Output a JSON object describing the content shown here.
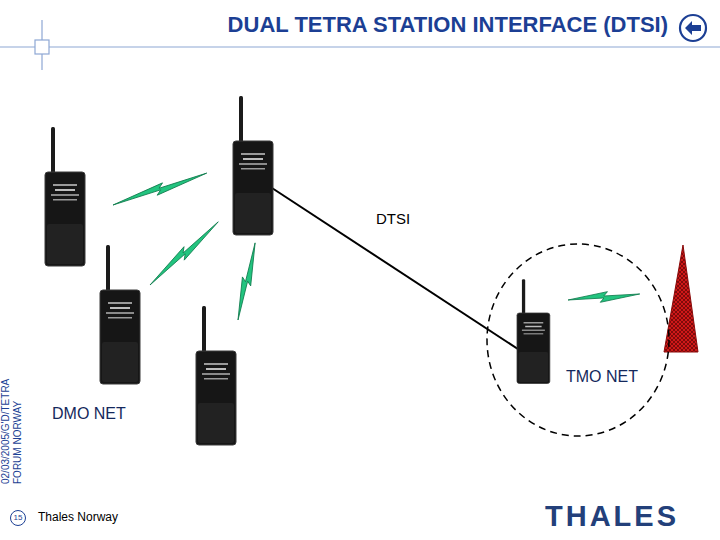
{
  "diagram": {
    "title": "DUAL TETRA STATION INTERFACE (DTSI)",
    "nodes": [
      {
        "text": [
          "TMO NET"
        ]
      }
    ],
    "labels": [
      "DTSI",
      "DMO NET",
      "02/03/2005/G'D/TETRA FORUM NORWAY",
      "15",
      "Thales Norway",
      "THALES"
    ]
  }
}
